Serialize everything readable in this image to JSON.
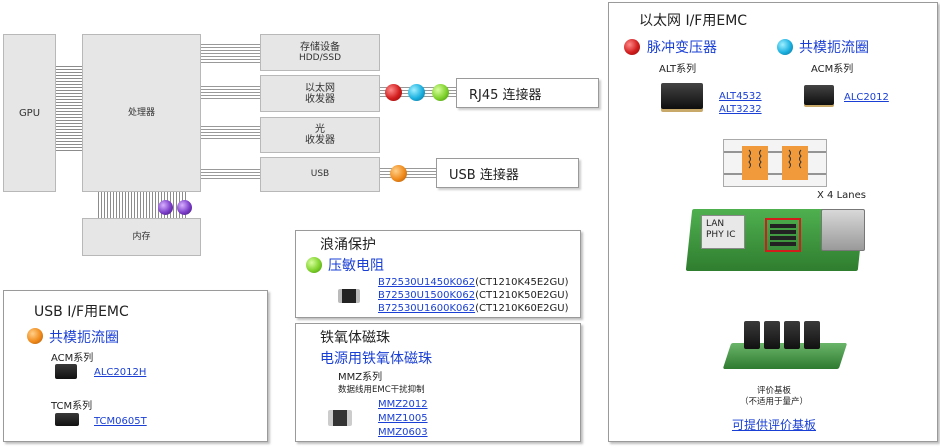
{
  "diagram": {
    "gpu": "GPU",
    "processor": "处理器",
    "memory": "内存",
    "storage_line1": "存储设备",
    "storage_line2": "HDD/SSD",
    "ethernet_line1": "以太网",
    "ethernet_line2": "收发器",
    "optical_line1": "光",
    "optical_line2": "收发器",
    "usb_block": "USB",
    "rj45": "RJ45 连接器",
    "usb_connector": "USB 连接器"
  },
  "usb_panel": {
    "title": "USB I/F用EMC",
    "subtitle": "共模扼流圈",
    "series1": "ACM系列",
    "link1": "ALC2012H",
    "series2": "TCM系列",
    "link2": "TCM0605T"
  },
  "surge_panel": {
    "title": "浪涌保护",
    "subtitle": "压敏电阻",
    "rows": [
      {
        "link": "B72530U1450K062",
        "note": "(CT1210K45E2GU)"
      },
      {
        "link": "B72530U1500K062",
        "note": "(CT1210K50E2GU)"
      },
      {
        "link": "B72530U1600K062",
        "note": "(CT1210K60E2GU)"
      }
    ]
  },
  "ferrite_panel": {
    "title": "铁氧体磁珠",
    "subtitle": "电源用铁氧体磁珠",
    "series": "MMZ系列",
    "desc": "数据线用EMC干扰抑制",
    "links": [
      "MMZ2012",
      "MMZ1005",
      "MMZ0603"
    ]
  },
  "ethernet_panel": {
    "title": "以太网 I/F用EMC",
    "sub1": "脉冲变压器",
    "sub2": "共模扼流圈",
    "series1": "ALT系列",
    "links1": [
      "ALT4532",
      "ALT3232"
    ],
    "series2": "ACM系列",
    "link2": "ALC2012",
    "lanes": "X 4 Lanes",
    "lan_chip": "LAN",
    "phy_chip": "PHY IC",
    "board_label1": "评价基板",
    "board_label2": "（不适用于量产）",
    "board_link": "可提供评价基板"
  },
  "colors": {
    "link": "#1a3fd4",
    "pcb_green": "#3c9a3c",
    "transformer_orange": "#f08a1a",
    "highlight_red": "#d21d1d"
  }
}
